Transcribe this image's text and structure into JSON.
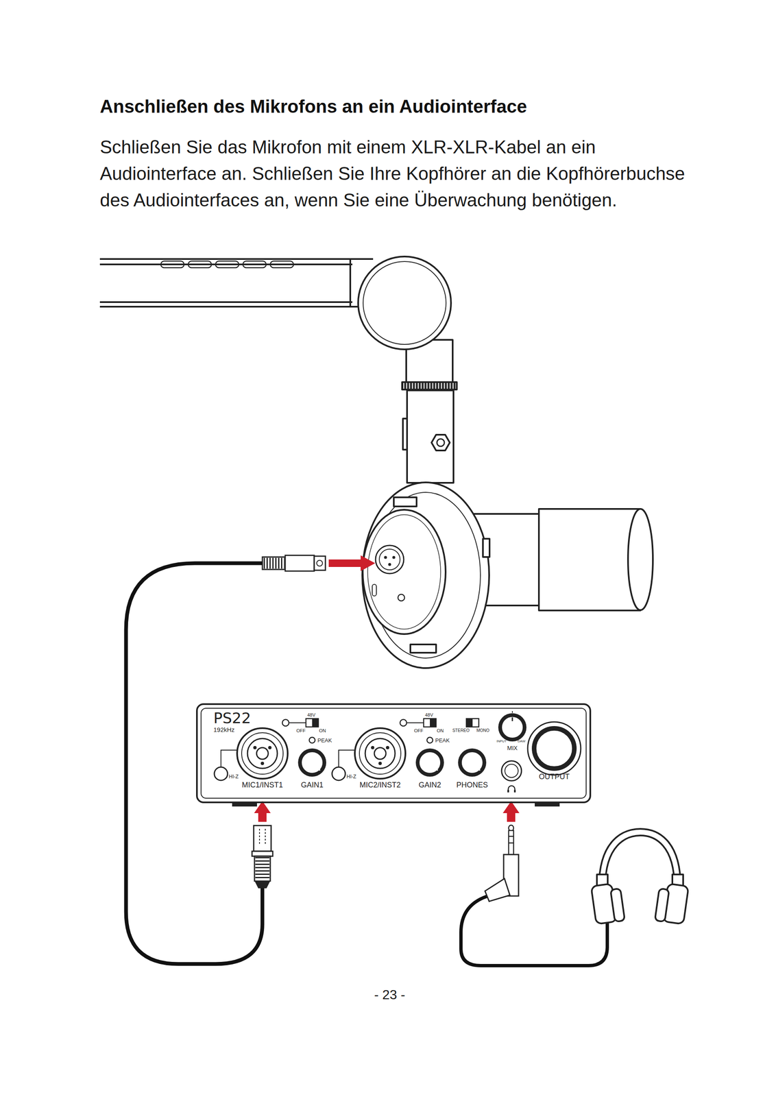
{
  "diagram": {
    "title": "Anschließen des Mikrofons an ein Audiointerface",
    "nodes": [
      {
        "text": [
          "PS22",
          "192kHz",
          "48V",
          "OFF",
          "ON",
          "PEAK",
          "HI-Z",
          "MIC1/INST1",
          "GAIN1",
          "48V",
          "OFF",
          "ON",
          "PEAK",
          "HI-Z",
          "MIC2/INST2",
          "GAIN2",
          "STEREO",
          "MONO",
          "INPUT",
          "DAW",
          "MIX",
          "PHONES",
          "OUTPUT"
        ]
      }
    ],
    "labels": [
      "Schließen Sie das Mikrofon mit einem XLR-XLR-Kabel an ein Audiointerface an. Schließen Sie Ihre Kopfhörer an die Kopfhörerbuchse des Audiointerfaces an, wenn Sie eine Überwachung benötigen.",
      "- 23 -"
    ]
  }
}
